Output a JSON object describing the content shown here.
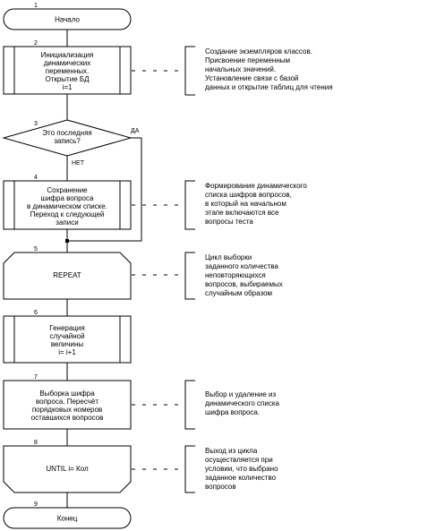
{
  "steps": [
    {
      "num": "1",
      "lines": [
        "Начало"
      ]
    },
    {
      "num": "2",
      "lines": [
        "Инициализация",
        "динамических",
        "переменных.",
        "Открытие БД",
        "i=1"
      ]
    },
    {
      "num": "3",
      "lines": [
        "Это последняя",
        "запись?"
      ],
      "yes": "ДА",
      "no": "НЕТ"
    },
    {
      "num": "4",
      "lines": [
        "Сохранение",
        "шифра вопроса",
        "в динамическом списке.",
        "Переход к следующей",
        "записи"
      ]
    },
    {
      "num": "5",
      "lines": [
        "REPEAT"
      ]
    },
    {
      "num": "6",
      "lines": [
        "Генерация",
        "случайной",
        "величины",
        "i= i+1"
      ]
    },
    {
      "num": "7",
      "lines": [
        "Выборка шифра",
        "вопроса. Пересчёт",
        "порядковых номеров",
        "оставшихся вопросов"
      ]
    },
    {
      "num": "8",
      "lines": [
        "UNTIL i= Кол"
      ]
    },
    {
      "num": "9",
      "lines": [
        "Конец"
      ]
    }
  ],
  "comments": [
    {
      "lines": [
        "Создание экземпляров классов.",
        "Присвоение переменным",
        "начальных значений.",
        "Установление связи с базой",
        "данных и открытие таблиц для чтения"
      ]
    },
    {
      "lines": [
        "Формирование динамического",
        "списка шифров вопросов,",
        "в который на начальном",
        "этапе включаются все",
        "вопросы теста"
      ]
    },
    {
      "lines": [
        "Цикл выборки",
        "заданного количества",
        "неповторяющихся",
        "вопросов, выбираемых",
        "случайным образом"
      ]
    },
    {
      "lines": [
        "Выбор и удаление из",
        "динамического списка",
        "шифра вопроса."
      ]
    },
    {
      "lines": [
        "Выход из цикла",
        "осуществляется при",
        "условии, что выбрано",
        "заданное количество",
        "вопросов"
      ]
    }
  ]
}
